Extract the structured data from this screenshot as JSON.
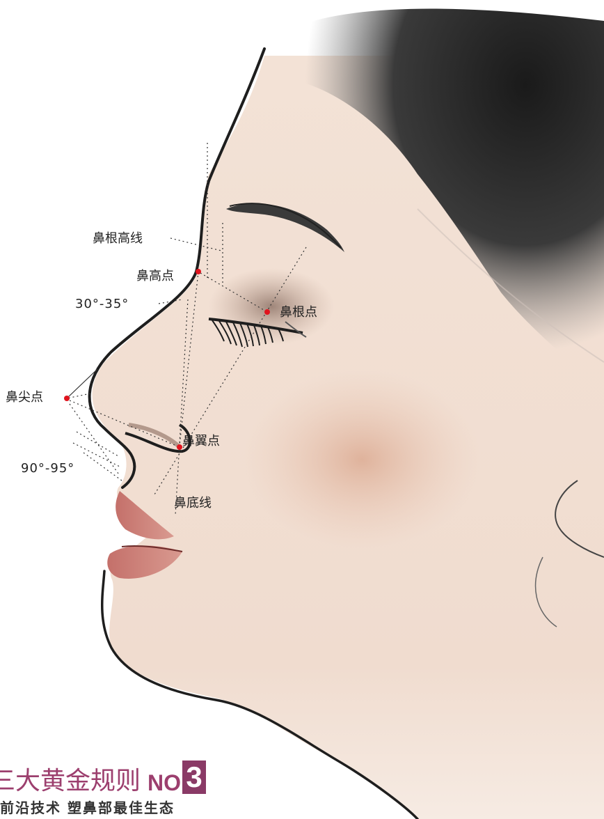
{
  "labels": {
    "nose_height_line": "鼻根高线",
    "nose_high_point": "鼻高点",
    "angle_top": "30°-35°",
    "nose_root_point": "鼻根点",
    "nose_tip_point": "鼻尖点",
    "nose_wing_point": "鼻翼点",
    "angle_bottom": "90°-95°",
    "nose_base_line": "鼻底线"
  },
  "headline": {
    "text": "三大黄金规则",
    "no": "NO",
    "number": "3"
  },
  "subtitle": "前沿技术 塑鼻部最佳生态",
  "colors": {
    "accent": "#9c3f6e",
    "marker": "#e0141e",
    "skin": "#f0ddd0",
    "hair": "#2a2a2a"
  }
}
